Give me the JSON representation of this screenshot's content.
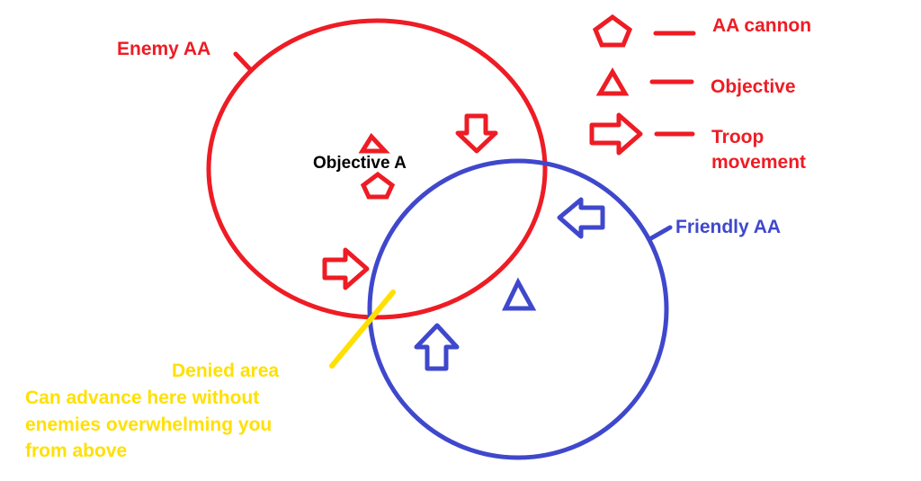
{
  "colors": {
    "enemy": "#ee1c24",
    "friendly": "#3f48cc",
    "denied": "#ffe000",
    "text_dark": "#000000",
    "background": "#ffffff"
  },
  "labels": {
    "enemy_aa": "Enemy AA",
    "friendly_aa": "Friendly AA",
    "objective_a": "Objective A",
    "denied_area": "Denied area",
    "advance_note": [
      "Can advance here without",
      "enemies overwhelming you",
      "from above"
    ]
  },
  "legend": {
    "aa_cannon": {
      "label": "AA cannon",
      "icon": "pentagon-icon"
    },
    "objective": {
      "label": "Objective",
      "icon": "triangle-icon"
    },
    "troop_movement": {
      "label": [
        "Troop",
        "movement"
      ],
      "icon": "arrow-icon"
    }
  },
  "markers": {
    "enemy_side": [
      "objective-triangle-icon",
      "aa-cannon-pentagon-icon",
      "arrow-down-icon",
      "arrow-right-icon"
    ],
    "friendly_side": [
      "objective-triangle-icon",
      "arrow-left-icon",
      "arrow-up-icon"
    ]
  }
}
